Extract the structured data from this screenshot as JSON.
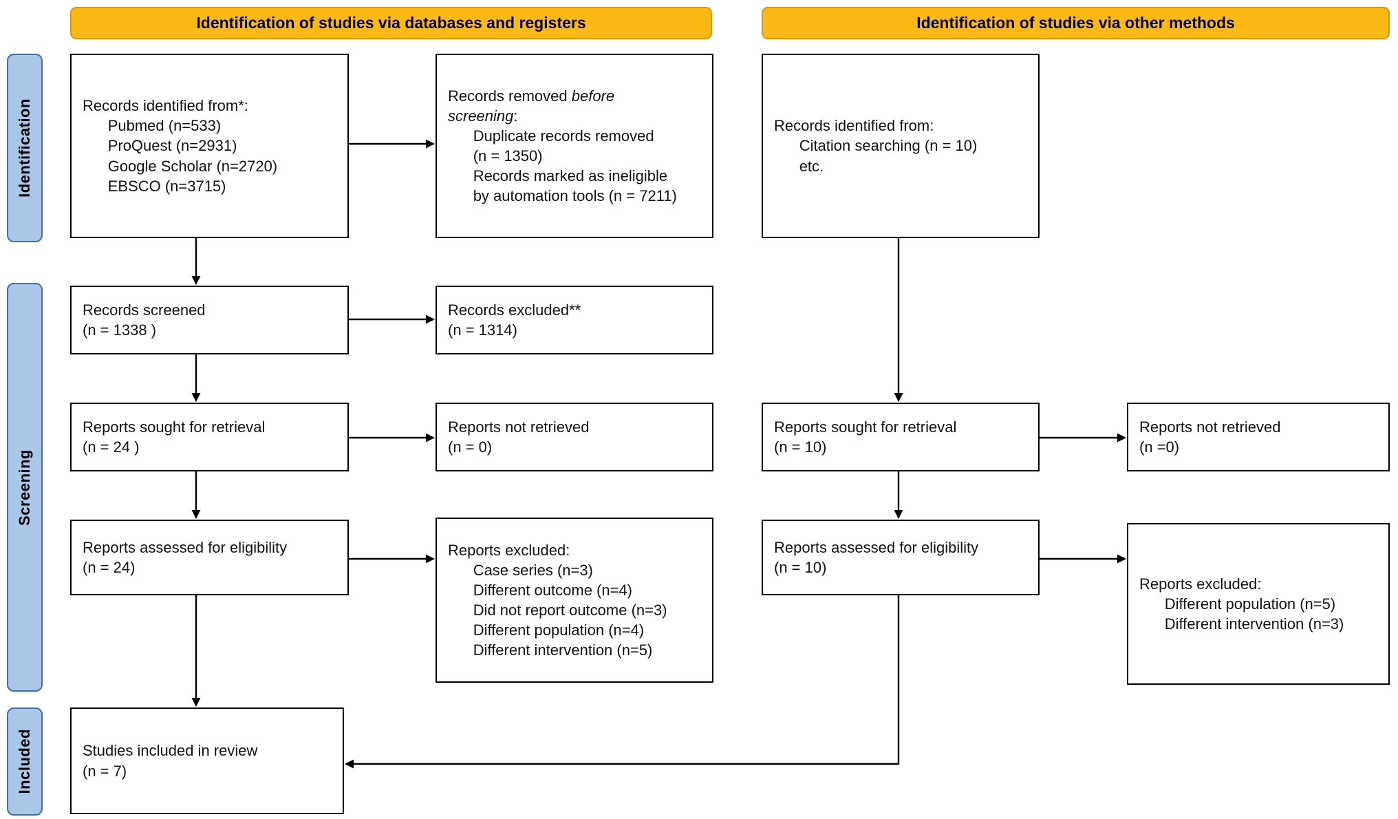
{
  "headers": {
    "databases": "Identification of studies via databases and registers",
    "other": "Identification of studies via other methods"
  },
  "stages": {
    "identification": "Identification",
    "screening": "Screening",
    "included": "Included"
  },
  "colors": {
    "header_bg": "#FCB814",
    "header_border": "#D89614",
    "stage_bg": "#A9C7E8",
    "stage_border": "#41719C"
  },
  "boxes": {
    "records_identified_db": "Records identified from*:\n      Pubmed (n=533)\n      ProQuest (n=2931)\n      Google Scholar (n=2720)\n      EBSCO (n=3715)",
    "records_removed": {
      "prefix": "Records removed ",
      "italic": "before\nscreening",
      "suffix": ":",
      "details": "\n      Duplicate records removed\n      (n = 1350)\n      Records marked as ineligible\n      by automation tools (n = 7211)"
    },
    "records_identified_other": "Records identified from:\n      Citation searching (n = 10)\n      etc.",
    "records_screened": "Records screened\n(n = 1338 )",
    "records_excluded": "Records excluded**\n(n = 1314)",
    "reports_sought_db": "Reports sought for retrieval\n(n = 24 )",
    "reports_not_retrieved_db": "Reports not retrieved\n(n = 0)",
    "reports_sought_other": "Reports sought for retrieval\n(n = 10)",
    "reports_not_retrieved_other": "Reports not retrieved\n(n =0)",
    "reports_assessed_db": "Reports assessed for eligibility\n(n = 24)",
    "reports_excluded_db": "Reports excluded:\n      Case series (n=3)\n      Different outcome (n=4)\n      Did not report outcome (n=3)\n      Different population (n=4)\n      Different intervention (n=5)",
    "reports_assessed_other": "Reports assessed for eligibility\n(n = 10)",
    "reports_excluded_other": "Reports excluded:\n      Different population (n=5)\n      Different intervention (n=3)",
    "studies_included": "Studies included in review\n(n = 7)"
  }
}
